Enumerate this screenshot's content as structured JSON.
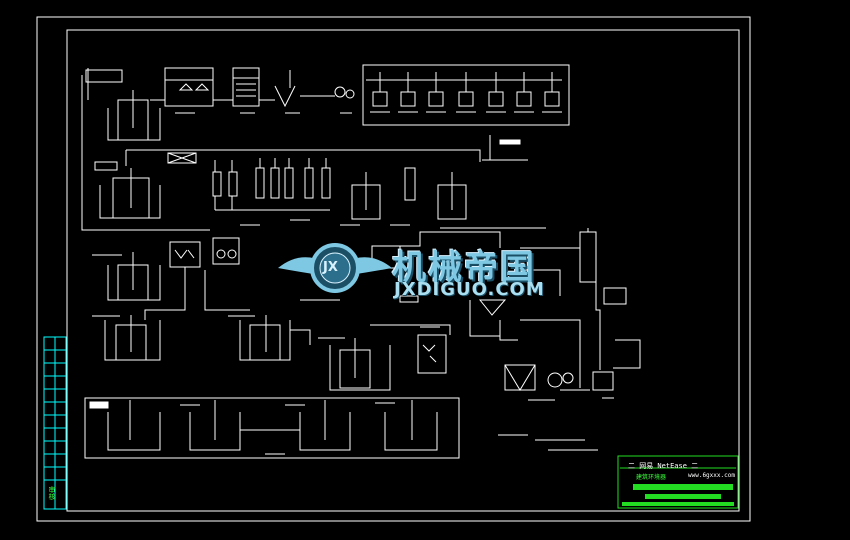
{
  "watermark": {
    "title": "机械帝国",
    "subtitle": "JXDIGUO.COM",
    "emblem_text": "JX"
  },
  "title_block": {
    "line1": "二  网易 NetEase 二",
    "line2_cn": "建筑环境器",
    "line2_url": "www.6gxxx.com"
  },
  "side_label": "审核",
  "colors": {
    "background": "#000000",
    "lines": "#ffffff",
    "side_table": "#00ffff",
    "title_block_green": "#22dd22",
    "watermark": "#7ec8e3"
  }
}
